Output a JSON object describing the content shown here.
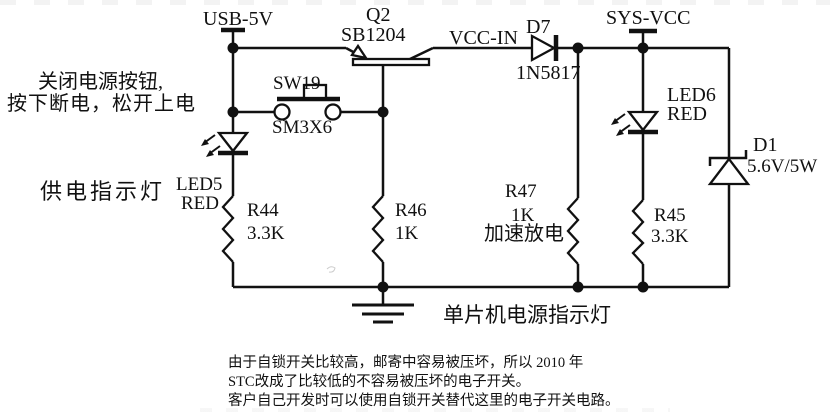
{
  "schematic": {
    "nets": {
      "usb_5v": "USB-5V",
      "vcc_in": "VCC-IN",
      "sys_vcc": "SYS-VCC"
    },
    "components": {
      "q2_ref": "Q2",
      "q2_part": "SB1204",
      "sw_ref": "SW19",
      "sw_part": "SM3X6",
      "d7_ref": "D7",
      "d7_part": "1N5817",
      "d1_ref": "D1",
      "d1_value": "5.6V/5W",
      "led5_ref": "LED5",
      "led5_color": "RED",
      "led6_ref": "LED6",
      "led6_color": "RED",
      "r44_ref": "R44",
      "r44_value": "3.3K",
      "r45_ref": "R45",
      "r45_value": "3.3K",
      "r46_ref": "R46",
      "r46_value": "1K",
      "r47_ref": "R47",
      "r47_value": "1K"
    },
    "annotations": {
      "power_button_line1": "关闭电源按钮,",
      "power_button_line2": "按下断电，松开上电",
      "supply_indicator": "供电指示灯",
      "fast_discharge": "加速放电",
      "mcu_power_indicator": "单片机电源指示灯"
    },
    "note": {
      "line1": "由于自锁开关比较高，邮寄中容易被压坏，所以 2010 年",
      "line2": "STC改成了比较低的不容易被压坏的电子开关。",
      "line3": "客户自己开发时可以使用自锁开关替代这里的电子开关电路。"
    },
    "colors": {
      "ink": "#111111",
      "paper": "#ffffff"
    }
  }
}
